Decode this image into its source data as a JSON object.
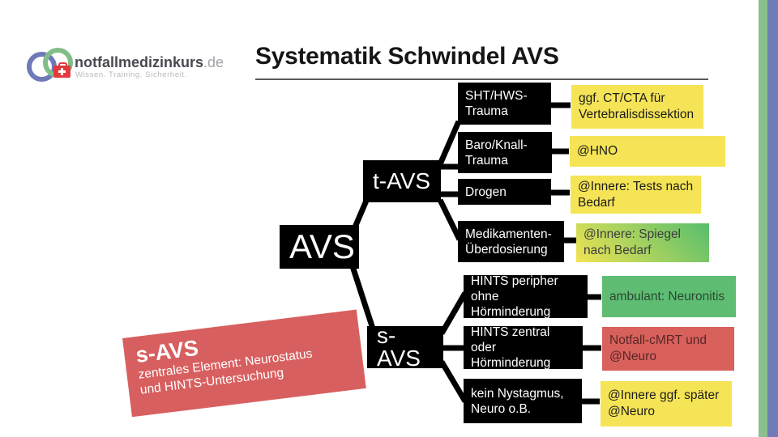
{
  "logo": {
    "brand": "notfallmedizinkurs",
    "tld": ".de",
    "tagline": "Wissen. Training. Sicherheit.",
    "colors": {
      "ring_blue": "#6e79b7",
      "ring_green": "#82bd88",
      "case_red": "#e23a3f"
    }
  },
  "header": {
    "title": "Systematik Schwindel AVS"
  },
  "tree": {
    "root": "AVS",
    "t_branch": {
      "label": "t-AVS",
      "children": [
        {
          "label": "SHT/HWS-Trauma",
          "result": "ggf. CT/CTA für Vertebralisdissektion",
          "result_color": "yellow"
        },
        {
          "label": "Baro/Knall-Trauma",
          "result": "@HNO",
          "result_color": "yellow"
        },
        {
          "label": "Drogen",
          "result": "@Innere: Tests nach Bedarf",
          "result_color": "yellow"
        },
        {
          "label": "Medikamenten-Überdosierung",
          "result": "@Innere: Spiegel nach Bedarf",
          "result_color": "green-to-yellow-gradient"
        }
      ]
    },
    "s_branch": {
      "label": "s-AVS",
      "children": [
        {
          "label": "HINTS peripher ohne Hörminderung",
          "result": "ambulant: Neuronitis",
          "result_color": "green"
        },
        {
          "label": "HINTS zentral oder Hörminderung",
          "result": "Notfall-cMRT und @Neuro",
          "result_color": "red"
        },
        {
          "label": "kein Nystagmus, Neuro o.B.",
          "result": "@Innere ggf. später @Neuro",
          "result_color": "yellow"
        }
      ]
    }
  },
  "callout": {
    "title": "s-AVS",
    "line1": "zentrales Element: Neurostatus",
    "line2": "und HINTS-Untersuchung"
  },
  "colors": {
    "box_yellow": "#f5e455",
    "box_green": "#5ebd72",
    "box_red": "#d8615c",
    "callout_red": "#d85f5f",
    "node_black": "#000000",
    "stripe_green": "#8abf8e",
    "stripe_purple": "#707cb8"
  }
}
